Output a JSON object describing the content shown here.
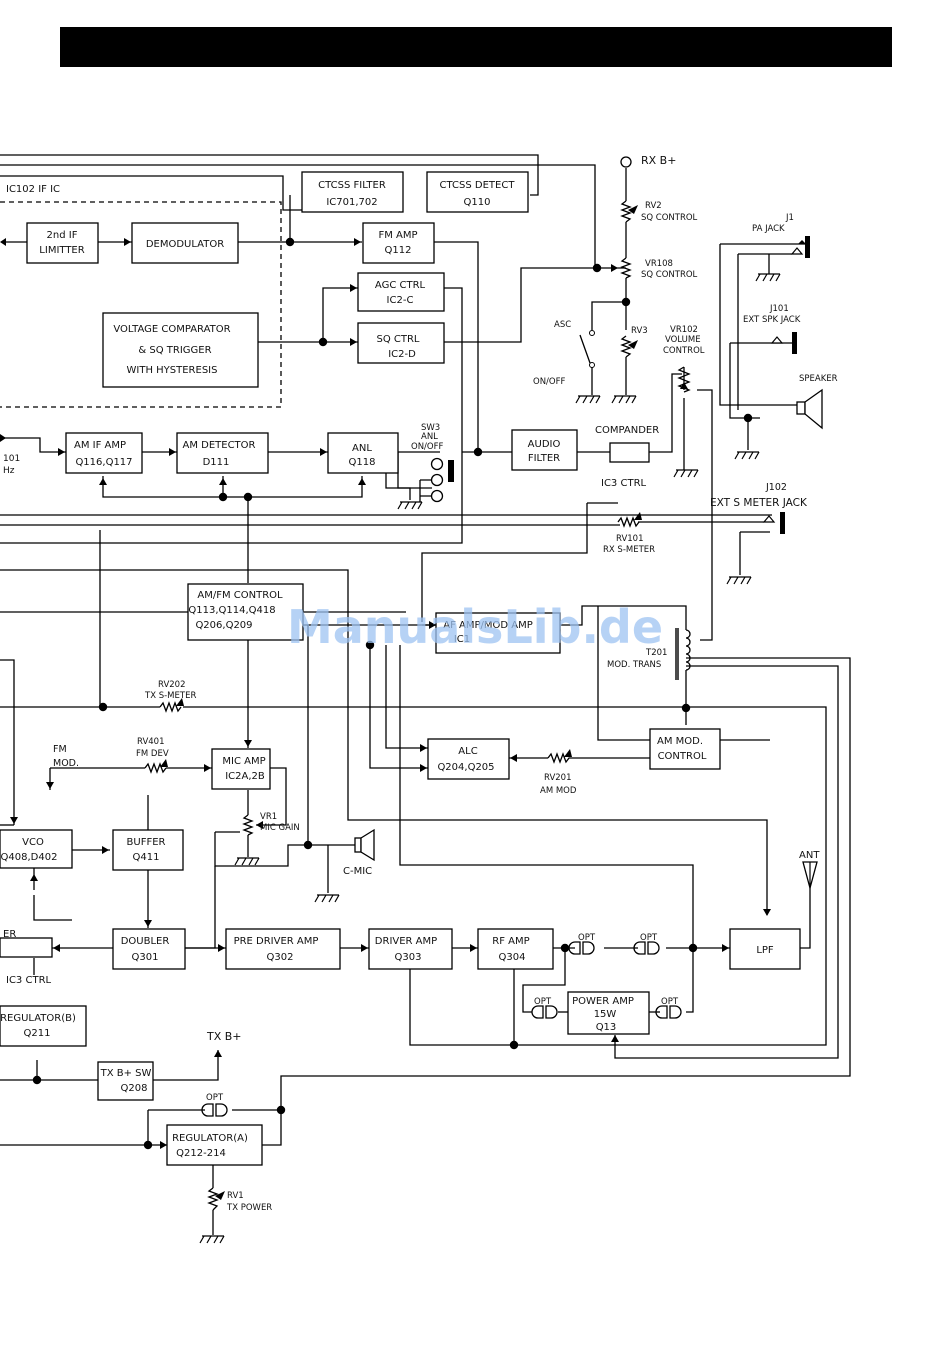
{
  "header": {
    "bar_color": "#000000"
  },
  "watermark": "ManualsLib.de",
  "ic102": {
    "label": "IC102 IF IC"
  },
  "blocks": {
    "ctcss_filter": [
      "CTCSS FILTER",
      "IC701,702"
    ],
    "ctcss_detect": [
      "CTCSS DETECT",
      "Q110"
    ],
    "if_limiter": [
      "2nd IF",
      "LIMITTER"
    ],
    "demodulator": [
      "DEMODULATOR"
    ],
    "fm_amp": [
      "FM AMP",
      "Q112"
    ],
    "agc_ctrl": [
      "AGC CTRL",
      "IC2-C"
    ],
    "sq_ctrl": [
      "SQ CTRL",
      "IC2-D"
    ],
    "voltage_comparator": [
      "VOLTAGE COMPARATOR",
      "& SQ TRIGGER",
      "WITH HYSTERESIS"
    ],
    "am_if_amp": [
      "AM IF AMP",
      "Q116,Q117"
    ],
    "am_detector": [
      "AM DETECTOR",
      "D111"
    ],
    "anl": [
      "ANL",
      "Q118"
    ],
    "audio_filter": [
      "AUDIO",
      "FILTER"
    ],
    "am_fm_control": [
      "AM/FM CONTROL",
      "Q113,Q114,Q418",
      "Q206,Q209"
    ],
    "mod_amp": [
      "AF AMP/MOD AMP",
      "IC1"
    ],
    "alc": [
      "ALC",
      "Q204,Q205"
    ],
    "am_mod_control": [
      "AM MOD.",
      "CONTROL"
    ],
    "mic_amp": [
      "MIC AMP",
      "IC2A,2B"
    ],
    "vco": [
      "VCO",
      "Q408,D402"
    ],
    "buffer": [
      "BUFFER",
      "Q411"
    ],
    "doubler": [
      "DOUBLER",
      "Q301"
    ],
    "pre_driver": [
      "PRE DRIVER AMP",
      "Q302"
    ],
    "driver_amp": [
      "DRIVER AMP",
      "Q303"
    ],
    "rf_amp": [
      "RF AMP",
      "Q304"
    ],
    "power_amp": [
      "POWER AMP",
      "15W",
      "Q13"
    ],
    "lpf": [
      "LPF"
    ],
    "regulator_b": [
      "REGULATOR(B)",
      "Q211"
    ],
    "tx_sw": [
      "TX B+ SW",
      "Q208"
    ],
    "regulator_a": [
      "REGULATOR(A)",
      "Q212-214"
    ]
  },
  "labels": {
    "rx_b": "RX B+",
    "rv2": [
      "RV2",
      "SQ CONTROL"
    ],
    "vr108": [
      "VR108",
      "SQ CONTROL"
    ],
    "asc": "ASC",
    "on_off": "ON/OFF",
    "rv3": "RV3",
    "vr102": [
      "VR102",
      "VOLUME",
      "CONTROL"
    ],
    "j1": [
      "J1",
      "PA JACK"
    ],
    "j101": [
      "J101",
      "EXT SPK JACK"
    ],
    "speaker": "SPEAKER",
    "compander": "COMPANDER",
    "ic3_ctrl": "IC3 CTRL",
    "sw3": [
      "SW3",
      "ANL",
      "ON/OFF"
    ],
    "j102": [
      "J102",
      "EXT S METER JACK"
    ],
    "rv101": [
      "RV101",
      "RX S-METER"
    ],
    "t201": [
      "T201",
      "MOD. TRANS"
    ],
    "rv202": [
      "RV202",
      "TX S-METER"
    ],
    "rv401": [
      "RV401",
      "FM DEV"
    ],
    "fm_mod": [
      "FM",
      "MOD."
    ],
    "rv201": [
      "RV201",
      "AM MOD"
    ],
    "vr1": [
      "VR1",
      "MIC GAIN"
    ],
    "c_mic": "C-MIC",
    "ant": "ANT",
    "opt": "OPT",
    "tx_b": "TX B+",
    "rv1": [
      "RV1",
      "TX POWER"
    ],
    "left_101": "101",
    "left_hz": "Hz",
    "left_er": "ER",
    "left_ic3": "IC3  CTRL"
  }
}
